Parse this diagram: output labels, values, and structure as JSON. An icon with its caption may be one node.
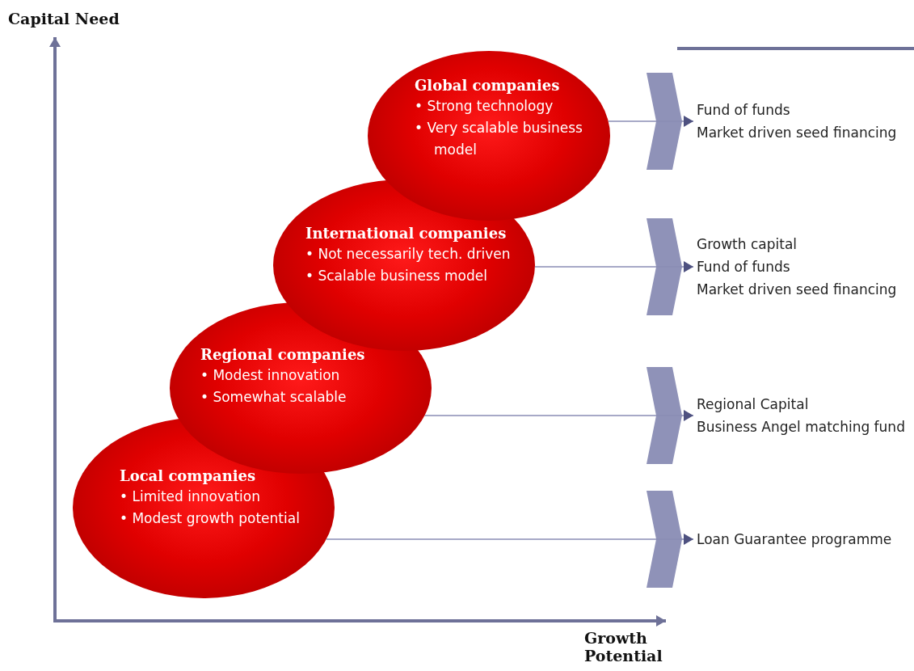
{
  "diagram": {
    "nodes": [
      {
        "text": [
          "Global companies",
          "• Strong technology",
          "• Very scalable business model"
        ]
      },
      {
        "text": [
          "International companies",
          "• Not necessarily tech. driven",
          "• Scalable business model"
        ]
      },
      {
        "text": [
          "Regional companies",
          "• Modest innovation",
          "• Somewhat scalable"
        ]
      },
      {
        "text": [
          "Local companies",
          "• Limited innovation",
          "• Modest growth potential"
        ]
      },
      {
        "text": [
          "Fund of funds",
          "Market driven seed financing"
        ]
      },
      {
        "text": [
          "Growth capital",
          "Fund of funds",
          "Market driven seed financing"
        ]
      },
      {
        "text": [
          "Regional Capital",
          "Business Angel matching fund"
        ]
      },
      {
        "text": [
          "Loan Guarantee programme"
        ]
      }
    ],
    "edges": [
      {
        "from": 0,
        "to": 4,
        "arrow": "to"
      },
      {
        "from": 1,
        "to": 5,
        "arrow": "to"
      },
      {
        "from": 2,
        "to": 6,
        "arrow": "to"
      },
      {
        "from": 3,
        "to": 7,
        "arrow": "to"
      }
    ],
    "labels": [
      "Capital Need",
      "Growth Potential"
    ]
  }
}
